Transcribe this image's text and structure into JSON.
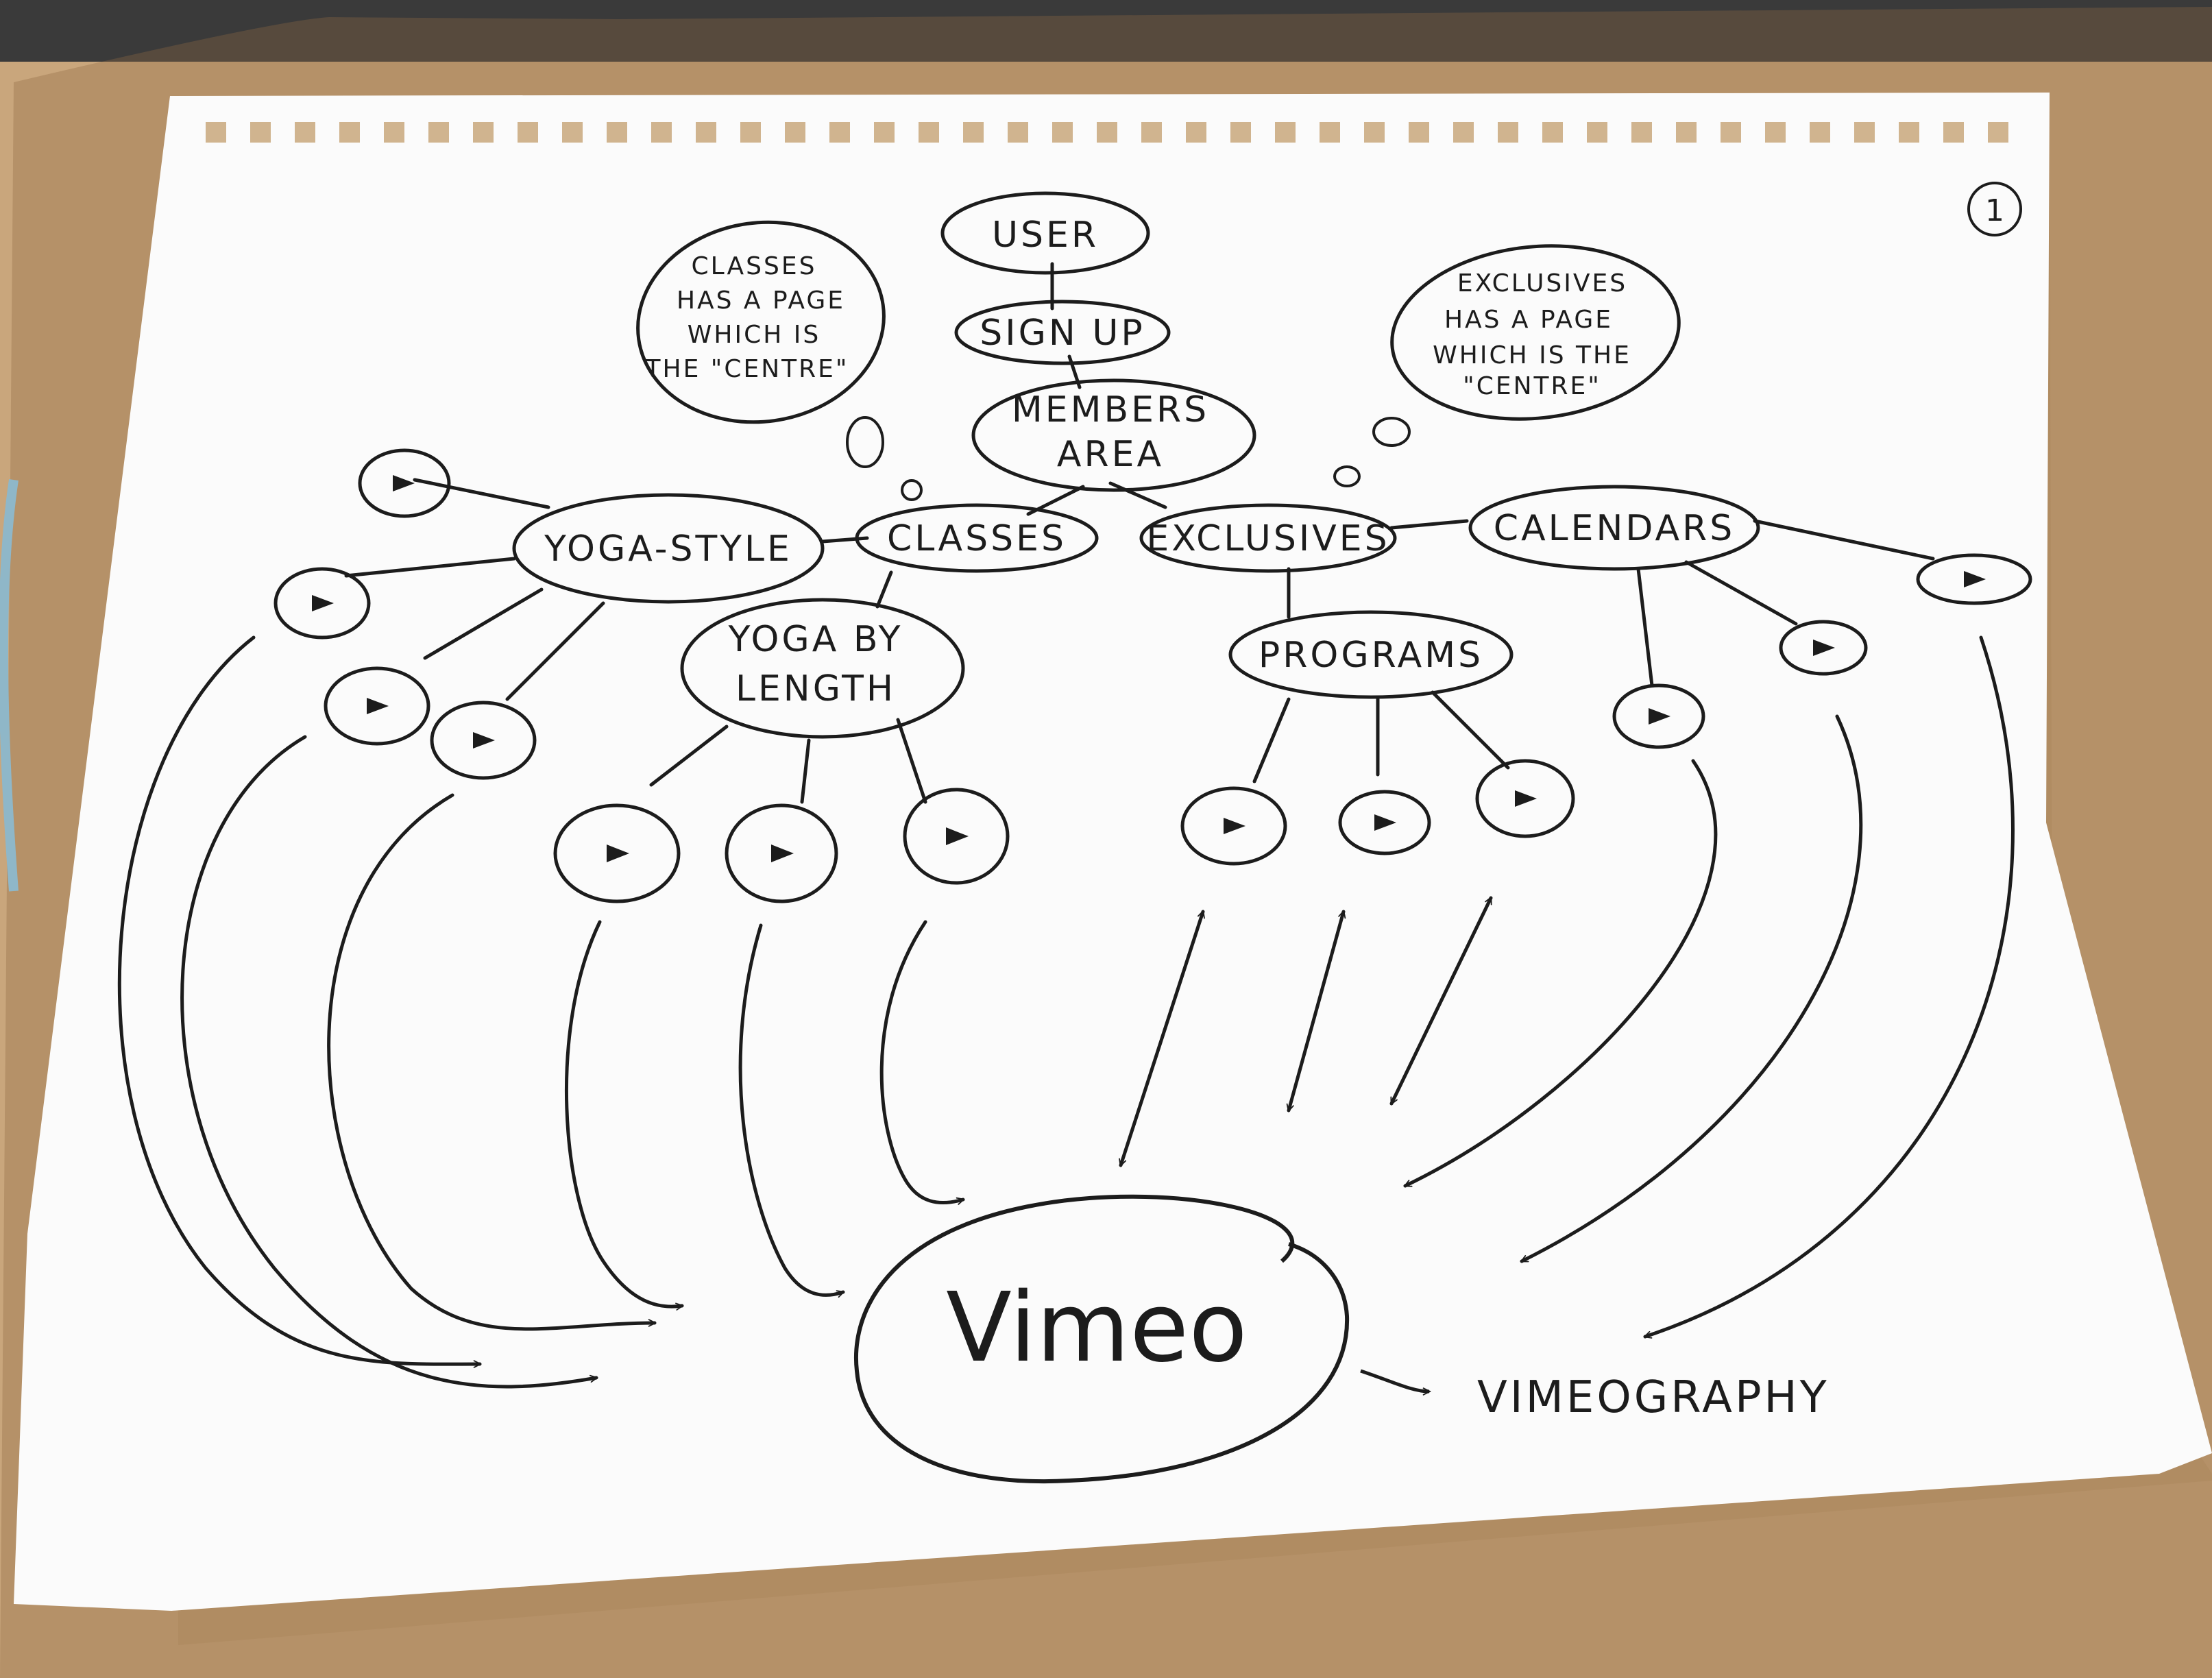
{
  "page_number": "1",
  "nodes": {
    "user": "USER",
    "sign_up": "SIGN UP",
    "members_area": [
      "MEMBERS",
      "AREA"
    ],
    "classes": "CLASSES",
    "exclusives": "EXCLUSIVES",
    "calendars": "CALENDARS",
    "yoga_style": "YOGA-STYLE",
    "yoga_by_length": [
      "YOGA BY",
      "LENGTH"
    ],
    "programs": "PROGRAMS",
    "vimeo": "Vimeo",
    "vimeography": "VIMEOGRAPHY"
  },
  "thoughts": {
    "classes_note": [
      "CLASSES",
      "HAS A PAGE",
      "WHICH IS",
      "THE \"CENTRE\""
    ],
    "exclusives_note": [
      "EXCLUSIVES",
      "HAS A PAGE",
      "WHICH IS THE",
      "\"CENTRE\""
    ]
  },
  "video_icon": "play-icon",
  "colors": {
    "ink": "#1c1c1c",
    "paper": "#fbfbfb",
    "desk": "#c9a67c"
  }
}
